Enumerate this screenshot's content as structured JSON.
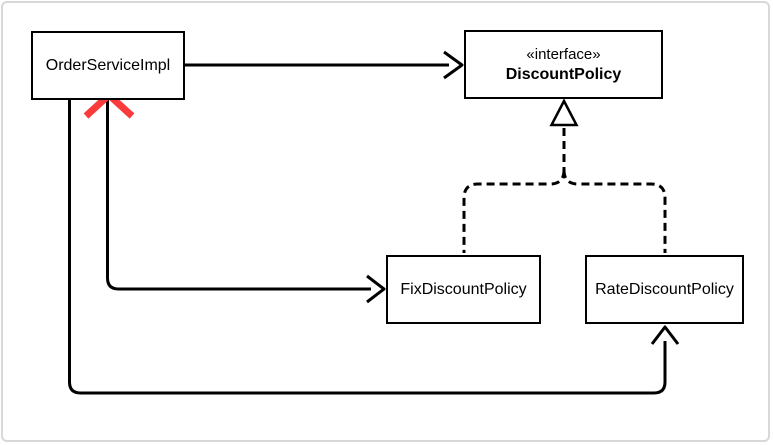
{
  "diagram": {
    "kind": "uml-class-diagram",
    "nodes": {
      "order_service_impl": {
        "label": "OrderServiceImpl"
      },
      "discount_policy": {
        "stereotype": "«interface»",
        "label": "DiscountPolicy"
      },
      "fix_discount_policy": {
        "label": "FixDiscountPolicy"
      },
      "rate_discount_policy": {
        "label": "RateDiscountPolicy"
      }
    },
    "edges": [
      {
        "from": "OrderServiceImpl",
        "to": "DiscountPolicy",
        "type": "solid-open-arrow"
      },
      {
        "from": "OrderServiceImpl",
        "to": "FixDiscountPolicy",
        "type": "solid-open-arrow",
        "annotation": "crossed-out-red-x"
      },
      {
        "from": "OrderServiceImpl",
        "to": "RateDiscountPolicy",
        "type": "solid-open-arrow"
      },
      {
        "from": "FixDiscountPolicy",
        "to": "DiscountPolicy",
        "type": "dashed-realization-hollow-triangle"
      },
      {
        "from": "RateDiscountPolicy",
        "to": "DiscountPolicy",
        "type": "dashed-realization-hollow-triangle"
      }
    ],
    "colors": {
      "line": "#000000",
      "box_border": "#000000",
      "box_background": "#ffffff",
      "cross": "#fb3b3b",
      "frame_border": "#d8d8d8",
      "background": "#ffffff"
    }
  }
}
